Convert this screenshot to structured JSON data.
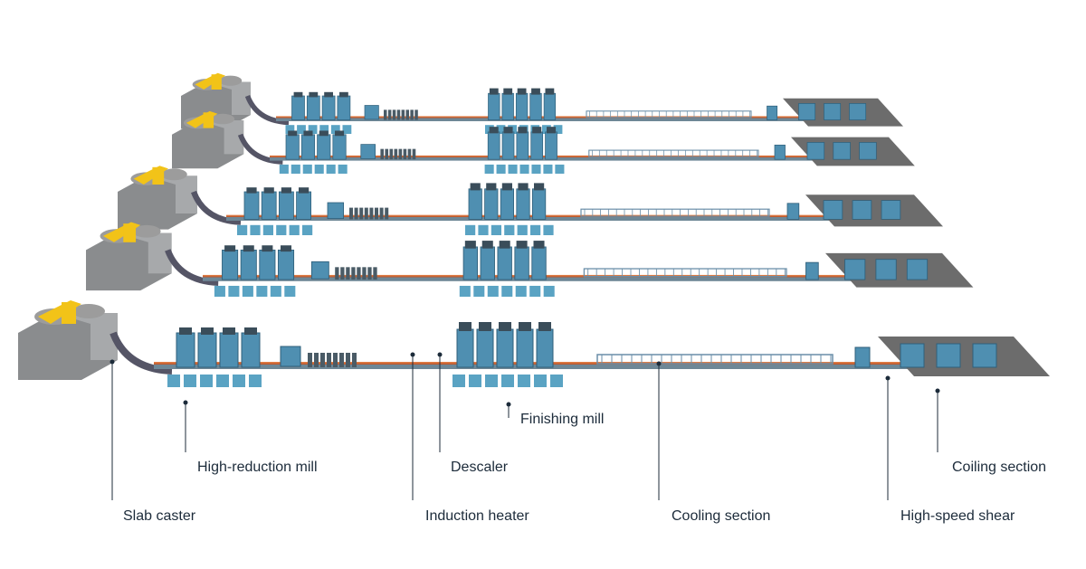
{
  "labels": {
    "slab_caster": "Slab caster",
    "high_reduction_mill": "High-reduction mill",
    "descaler": "Descaler",
    "finishing_mill": "Finishing mill",
    "induction_heater": "Induction heater",
    "cooling_section": "Cooling section",
    "high_speed_shear": "High-speed shear",
    "coiling_section": "Coiling section"
  },
  "colors": {
    "machine_blue": "#4f8fb1",
    "machine_dark": "#2f5f7a",
    "caster_yellow": "#f2c318",
    "foundation_gray": "#8a8c8e",
    "leader_line": "#1c2b3a"
  }
}
